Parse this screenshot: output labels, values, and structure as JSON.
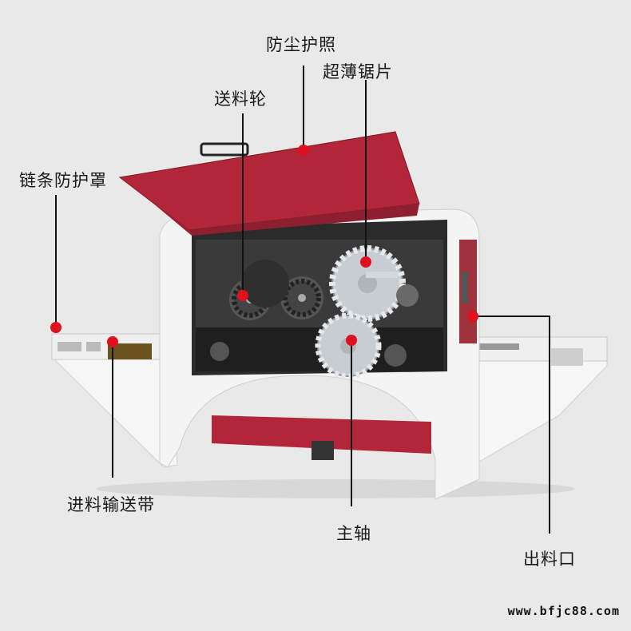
{
  "callouts": {
    "dust_cover": "防尘护照",
    "ultrathin_blade": "超薄锯片",
    "feed_wheel": "送料轮",
    "chain_guard": "链条防护罩",
    "infeed_conveyor": "进料输送带",
    "main_shaft": "主轴",
    "outfeed": "出料口"
  },
  "watermark": "www.bfjc88.com",
  "colors": {
    "background": "#e9e9e9",
    "machine_body": "#f4f4f4",
    "cover_red": "#b3263a",
    "marker_red": "#e0101e",
    "blade_steel": "#c8cdd2",
    "interior": "#2b2b2b"
  }
}
